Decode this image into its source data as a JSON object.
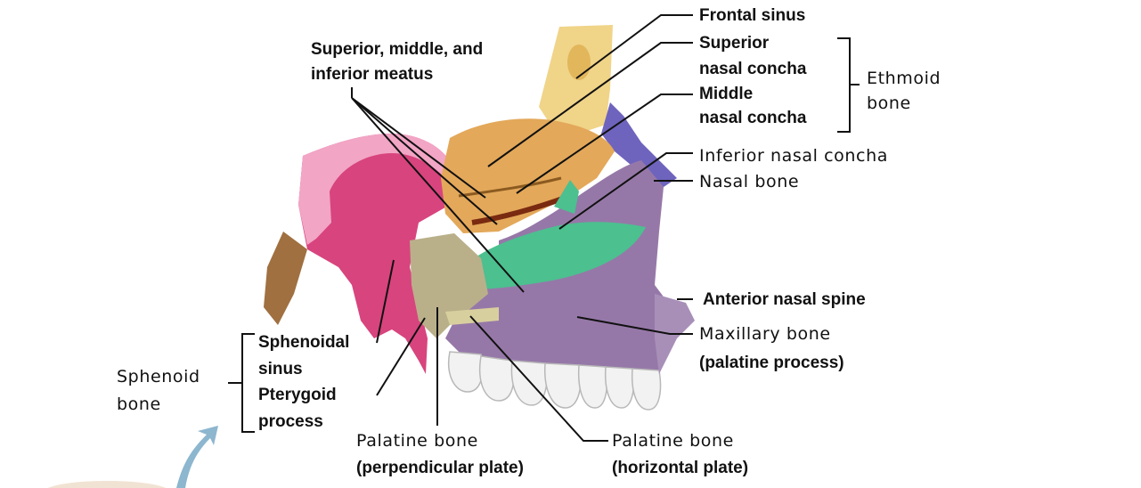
{
  "labels": {
    "frontal_sinus": "Frontal sinus",
    "superior_concha_1": "Superior",
    "superior_concha_2": "nasal concha",
    "middle_concha_1": "Middle",
    "middle_concha_2": "nasal concha",
    "ethmoid_1": "Ethmoid",
    "ethmoid_2": "bone",
    "meatus_1": "Superior, middle, and",
    "meatus_2": "inferior meatus",
    "inferior_concha": "Inferior nasal concha",
    "nasal_bone": "Nasal bone",
    "anterior_spine": "Anterior nasal spine",
    "maxillary_1": "Maxillary bone",
    "maxillary_2": "(palatine process)",
    "sphenoidal_sinus_1": "Sphenoidal",
    "sphenoidal_sinus_2": "sinus",
    "pterygoid_1": "Pterygoid",
    "pterygoid_2": "process",
    "sphenoid_1": "Sphenoid",
    "sphenoid_2": "bone",
    "palatine_perp_1": "Palatine bone",
    "palatine_perp_2": "(perpendicular plate)",
    "palatine_horiz_1": "Palatine bone",
    "palatine_horiz_2": "(horizontal plate)"
  },
  "colors": {
    "frontal": "#f0d488",
    "ethmoid": "#e3a85a",
    "sphenoid": "#d8447e",
    "sphenoid_border": "#f2a5c5",
    "inferior_concha": "#4cc08f",
    "maxilla": "#9678a8",
    "nasal": "#6e64bd",
    "palatine": "#b9b08a",
    "vomer": "#a07040",
    "teeth": "#f2f2f2"
  }
}
